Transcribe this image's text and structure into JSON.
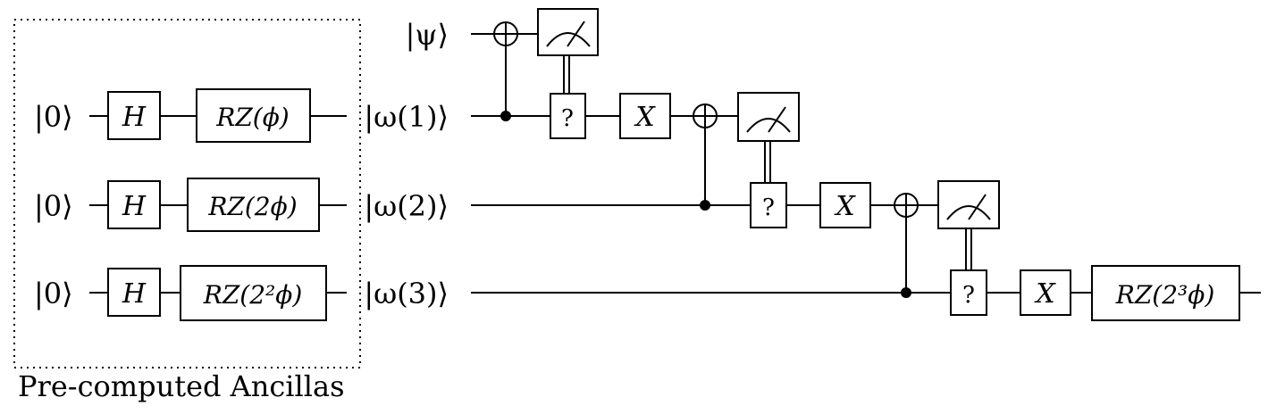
{
  "diagram": {
    "caption": "Pre-computed Ancillas",
    "ancilla_inputs": [
      "|0⟩",
      "|0⟩",
      "|0⟩"
    ],
    "ancilla_h_labels": [
      "H",
      "H",
      "H"
    ],
    "rz_gates": [
      "RZ(ϕ)",
      "RZ(2ϕ)",
      "RZ(2²ϕ)"
    ],
    "wire_labels": [
      "|ψ⟩",
      "|ω(1)⟩",
      "|ω(2)⟩",
      "|ω(3)⟩"
    ],
    "conditional_labels": [
      "?",
      "?",
      "?"
    ],
    "x_gate_labels": [
      "X",
      "X",
      "X"
    ],
    "final_gate": "RZ(2³ϕ)"
  }
}
